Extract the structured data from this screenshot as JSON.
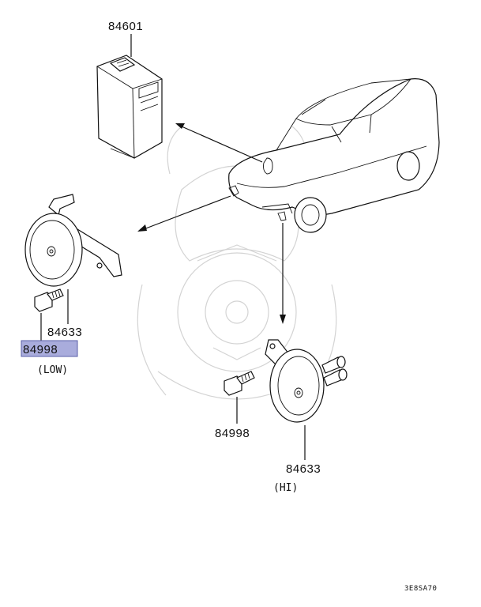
{
  "callouts": {
    "control_unit": "84601",
    "horn_low": "84633",
    "bolt_low": "84998",
    "low_tag": "(LOW)",
    "bolt_hi": "84998",
    "horn_hi": "84633",
    "hi_tag": "(HI)"
  },
  "diagram_code": "3E8SA70",
  "highlight_color": "#a9acdc"
}
